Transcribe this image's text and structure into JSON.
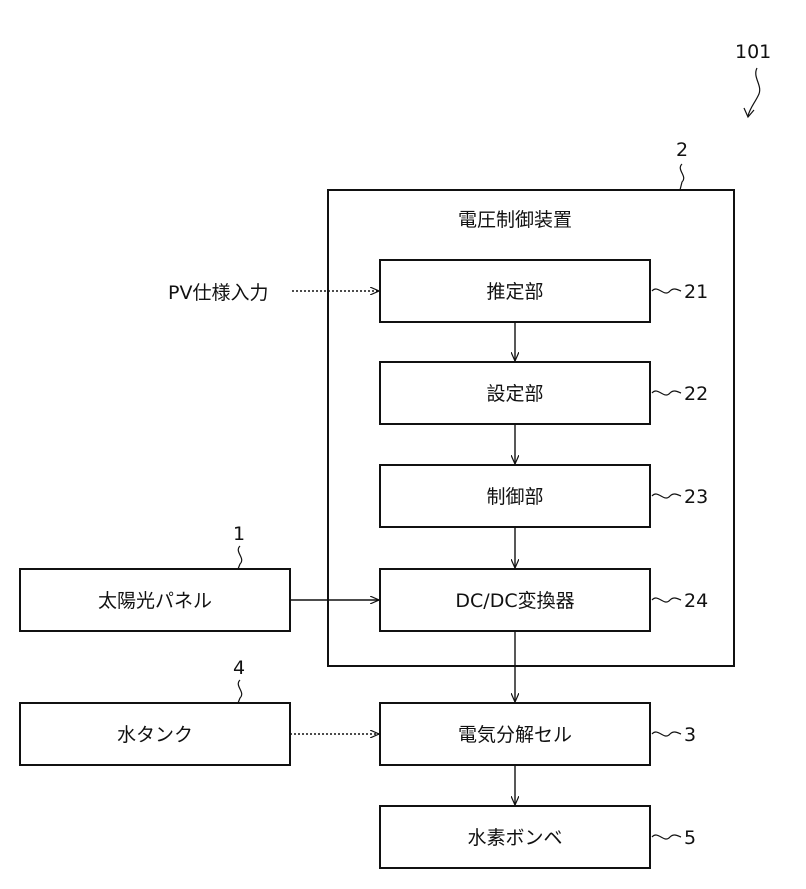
{
  "figure_ref": "101",
  "device": {
    "ref": "2",
    "title": "電圧制御装置",
    "blocks": [
      {
        "label": "推定部",
        "ref": "21"
      },
      {
        "label": "設定部",
        "ref": "22"
      },
      {
        "label": "制御部",
        "ref": "23"
      },
      {
        "label": "DC/DC変換器",
        "ref": "24"
      }
    ]
  },
  "input_label": "PV仕様入力",
  "solar_panel": {
    "label": "太陽光パネル",
    "ref": "1"
  },
  "water_tank": {
    "label": "水タンク",
    "ref": "4"
  },
  "electrolysis": {
    "label": "電気分解セル",
    "ref": "3"
  },
  "cylinder": {
    "label": "水素ボンベ",
    "ref": "5"
  }
}
